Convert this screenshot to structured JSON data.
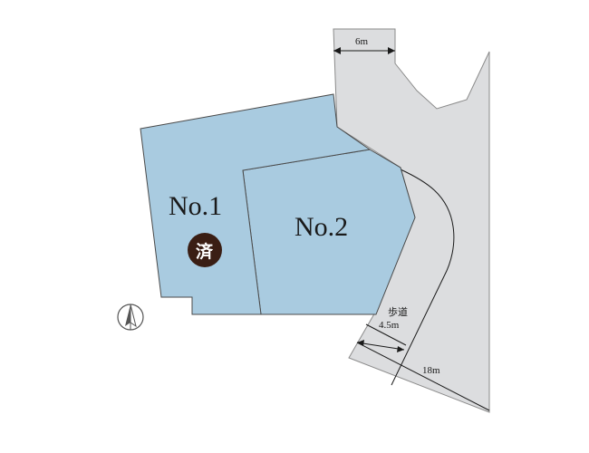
{
  "lots": [
    {
      "label": "No.1",
      "status_badge": "済"
    },
    {
      "label": "No.2"
    }
  ],
  "dimensions": {
    "north_road_width": "6m",
    "sidewalk_label": "歩道",
    "sidewalk_width": "4.5m",
    "main_road_width": "18m"
  },
  "colors": {
    "lot_fill": "#a9cbe0",
    "road_fill": "#dcdddf",
    "badge_fill": "#3a1e14"
  },
  "icons": {
    "compass": "north-arrow-icon"
  }
}
